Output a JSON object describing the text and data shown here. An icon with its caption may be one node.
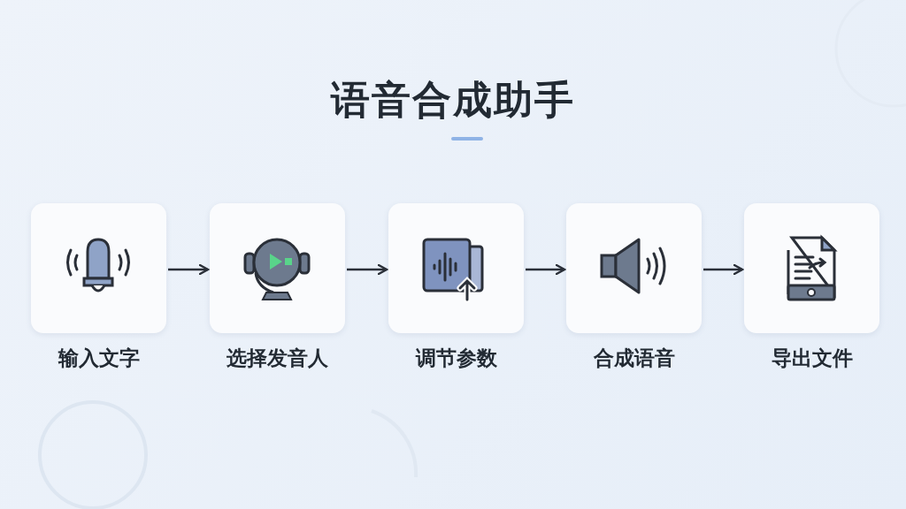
{
  "diagram": {
    "title": "语音合成助手",
    "nodes": [
      {
        "text": [
          "输入文字"
        ]
      },
      {
        "text": [
          "选择发音人"
        ]
      },
      {
        "text": [
          "调节参数"
        ]
      },
      {
        "text": [
          "合成语音"
        ]
      },
      {
        "text": [
          "导出文件"
        ]
      }
    ],
    "edges": [
      {
        "from": 0,
        "to": 1,
        "arrow": "to"
      },
      {
        "from": 1,
        "to": 2,
        "arrow": "to"
      },
      {
        "from": 2,
        "to": 3,
        "arrow": "to"
      },
      {
        "from": 3,
        "to": 4,
        "arrow": "to"
      }
    ]
  }
}
